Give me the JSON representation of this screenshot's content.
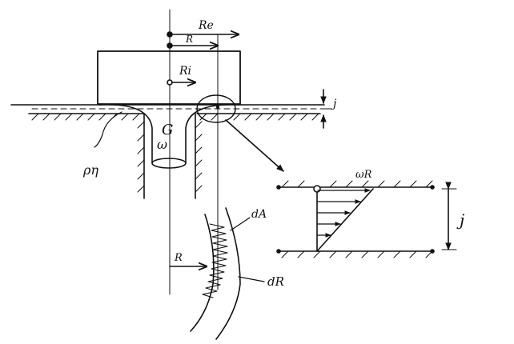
{
  "labels": {
    "outer_radius": "Re",
    "radius": "R",
    "inner_radius": "Ri",
    "gap": "j",
    "rotation_symbol": "G",
    "omega": "ω",
    "density": "ρη",
    "detail_velocity": "ωR",
    "detail_gap": "j",
    "element_radius": "R",
    "area_element": "dA",
    "radial_element": "dR"
  },
  "colors": {
    "ink": "#111111",
    "background": "#ffffff"
  }
}
